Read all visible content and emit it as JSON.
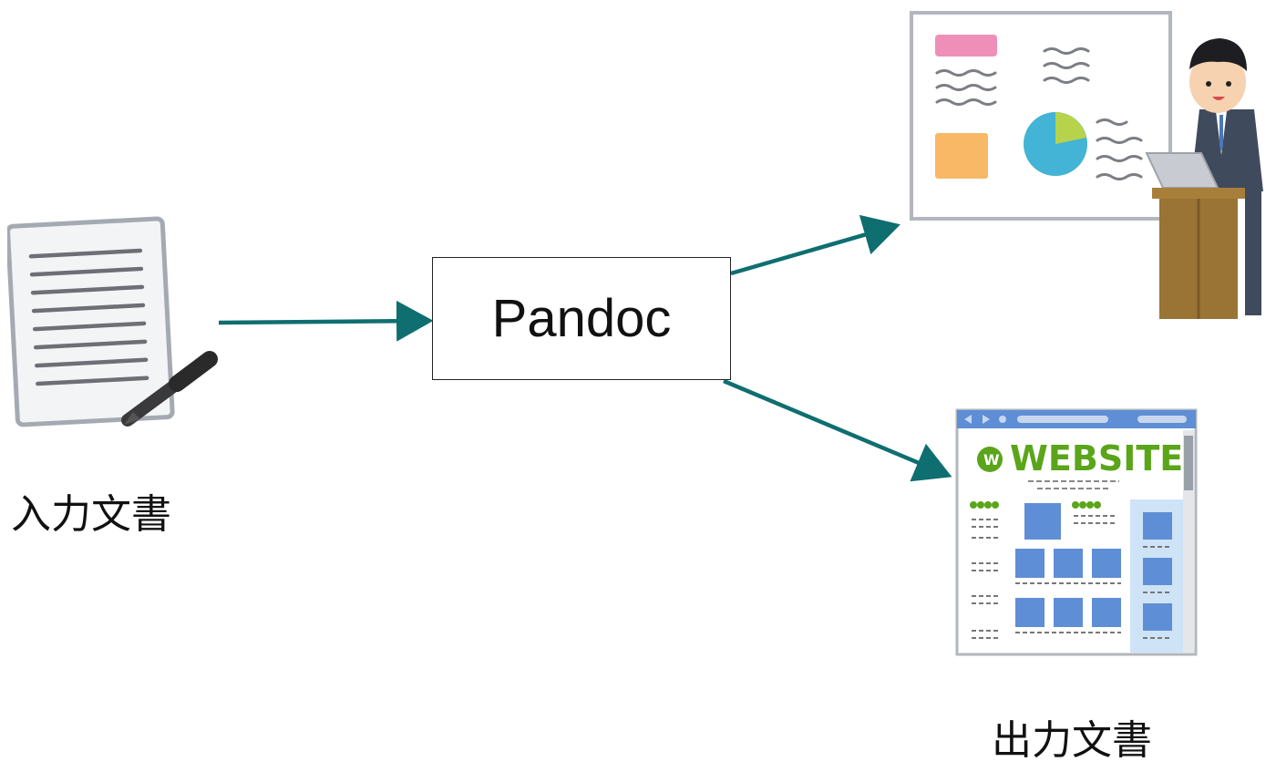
{
  "diagram": {
    "input_label": "入力文書",
    "process_label": "Pandoc",
    "output_label": "出力文書",
    "website_banner": "WEBSITE",
    "website_logo_letter": "W"
  },
  "colors": {
    "arrow": "#0f6e70",
    "box_border": "#222222",
    "pink": "#ef8fb8",
    "orange": "#f8b866",
    "pie_blue": "#43b4d6",
    "pie_green": "#b6d34b",
    "web_blue": "#5e8ed5",
    "web_green": "#5aa51a",
    "podium": "#9a7434"
  },
  "icons": [
    "document-icon",
    "pen-icon",
    "presentation-board-icon",
    "presenter-icon",
    "podium-icon",
    "laptop-icon",
    "website-window-icon"
  ]
}
